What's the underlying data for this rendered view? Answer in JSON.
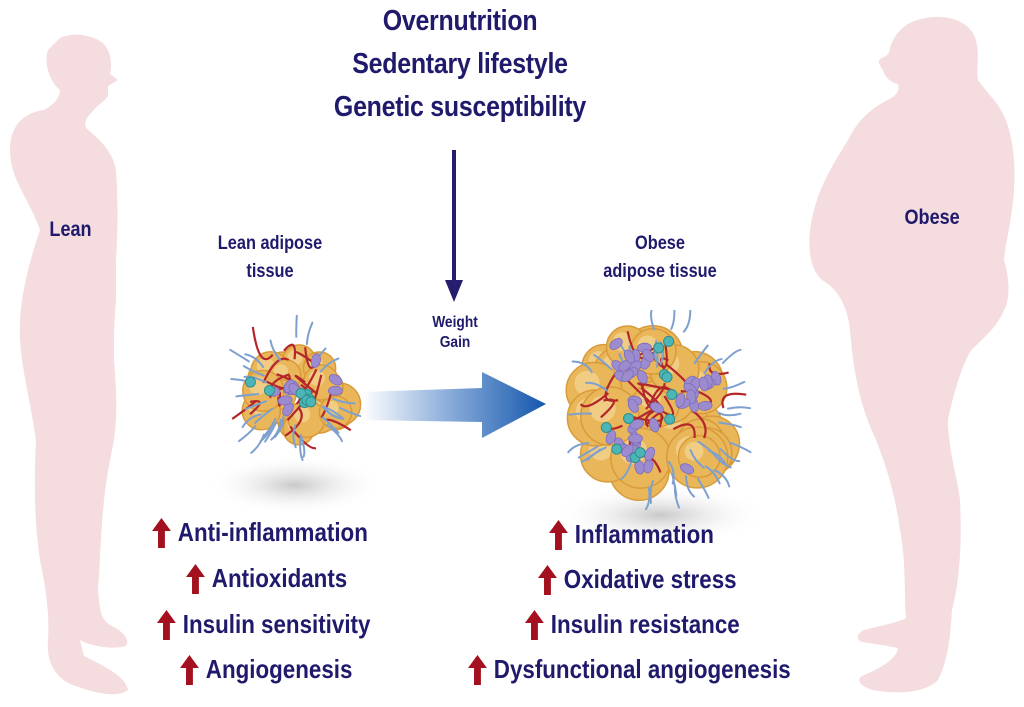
{
  "causes": {
    "lines": [
      "Overnutrition",
      "Sedentary lifestyle",
      "Genetic susceptibility"
    ]
  },
  "figures": {
    "lean_label": "Lean",
    "obese_label": "Obese"
  },
  "tissues": {
    "lean": {
      "label_line1": "Lean adipose",
      "label_line2": "tissue"
    },
    "obese": {
      "label_line1": "Obese",
      "label_line2": "adipose tissue"
    }
  },
  "transition": {
    "label_line1": "Weight",
    "label_line2": "Gain"
  },
  "effects": {
    "lean": [
      {
        "direction": "up",
        "text": "Anti-inflammation"
      },
      {
        "direction": "up",
        "text": "Antioxidants"
      },
      {
        "direction": "up",
        "text": "Insulin sensitivity"
      },
      {
        "direction": "up",
        "text": "Angiogenesis"
      }
    ],
    "obese": [
      {
        "direction": "up",
        "text": "Inflammation"
      },
      {
        "direction": "up",
        "text": "Oxidative stress"
      },
      {
        "direction": "up",
        "text": "Insulin resistance"
      },
      {
        "direction": "up",
        "text": "Dysfunctional angiogenesis"
      }
    ]
  },
  "colors": {
    "text_navy": "#1f1a6b",
    "arrow_red": "#a3101e",
    "silhouette_pink": "#f5dcdf",
    "gain_arrow_blue": "#1e5fb0",
    "fat_cell": "#e9b75a",
    "macrophage": "#9c8ccf",
    "vessel_red": "#b3262b",
    "nerve_blue": "#7ea0cf",
    "stromal_teal": "#4cb6b6"
  }
}
